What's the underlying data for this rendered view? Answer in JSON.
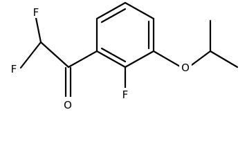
{
  "molecule": {
    "atoms": {
      "f_top": "F",
      "f_left": "F",
      "o_carbonyl": "O",
      "f_ring": "F",
      "o_ether": "O"
    }
  },
  "colors": {
    "bond": "#000000",
    "label": "#000000",
    "background": "#ffffff"
  }
}
